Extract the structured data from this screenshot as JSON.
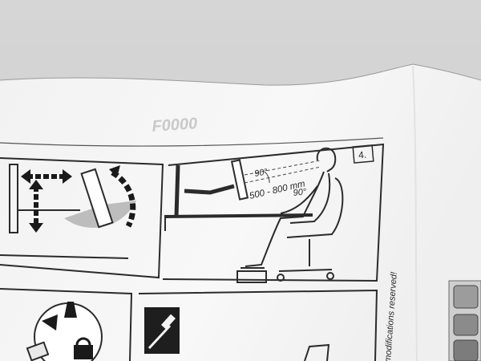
{
  "manual": {
    "faded_header": "F0000",
    "panel_number": "4.",
    "posture_diagram": {
      "eye_angle": "90°",
      "viewing_distance": "500 - 800 mm",
      "elbow_angle": "90°"
    },
    "side_note": "modifications reserved!"
  },
  "colors": {
    "background": "#d4d4d4",
    "paper": "#f6f6f6",
    "line_art": "#2b2b2b",
    "arrow": "#1a1a1a",
    "shade": "#bdbdbd"
  },
  "icons": [
    "double-arrow-icon",
    "rotation-arrow-icon",
    "monitor-icon",
    "seated-person-icon",
    "chair-icon",
    "footrest-icon",
    "screwdriver-icon",
    "wrench-icon",
    "lock-icon",
    "hand-icon"
  ]
}
